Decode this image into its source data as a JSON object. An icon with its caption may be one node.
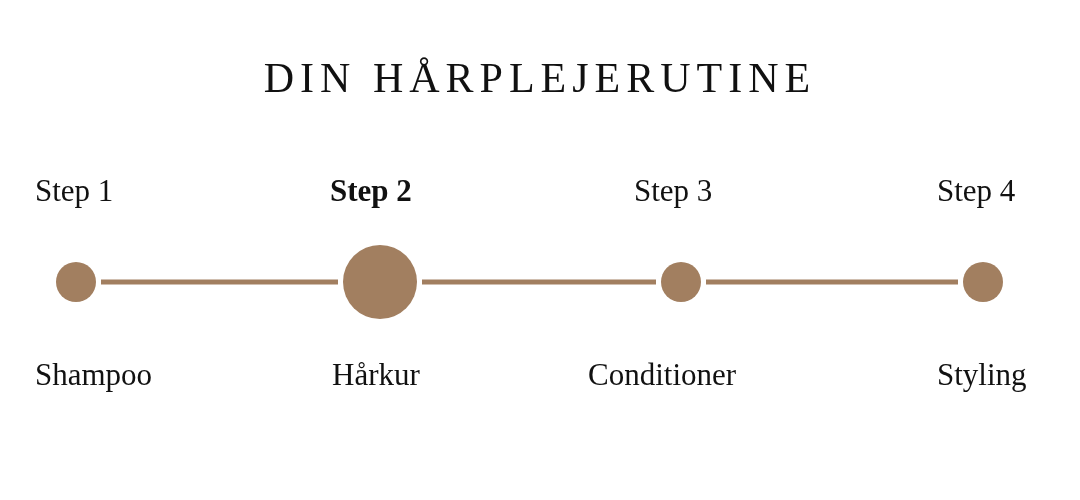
{
  "diagram": {
    "title": "DIN HÅRPLEJERUTINE",
    "nodes": [
      {
        "text": [],
        "shape": "circle",
        "beside": [
          "Step 1",
          "Shampoo"
        ]
      },
      {
        "text": [],
        "shape": "circle",
        "beside": [
          "Step 2",
          "Hårkur"
        ]
      },
      {
        "text": [],
        "shape": "circle",
        "beside": [
          "Step 3",
          "Conditioner"
        ]
      },
      {
        "text": [],
        "shape": "circle",
        "beside": [
          "Step 4",
          "Styling"
        ]
      }
    ],
    "edges": [
      {
        "from": 0,
        "to": 1,
        "arrow": "none"
      },
      {
        "from": 1,
        "to": 2,
        "arrow": "none"
      },
      {
        "from": 2,
        "to": 3,
        "arrow": "none"
      }
    ]
  }
}
